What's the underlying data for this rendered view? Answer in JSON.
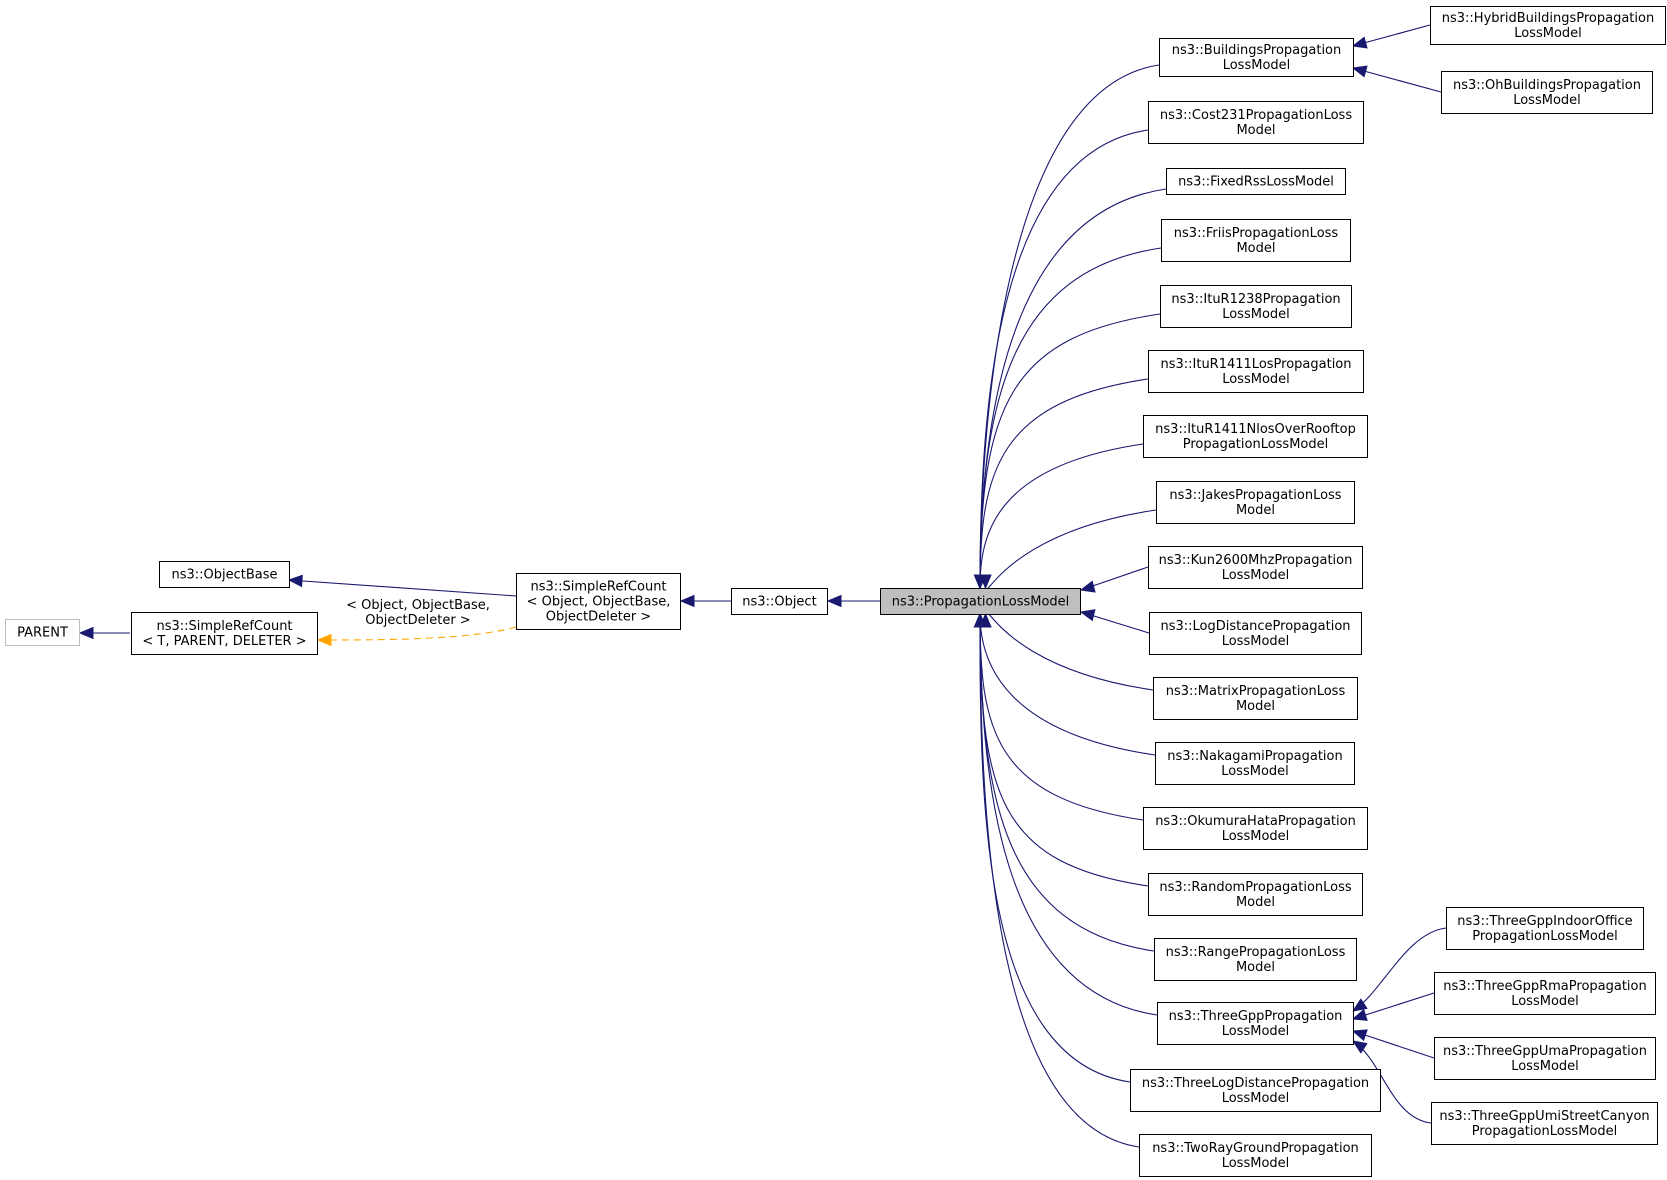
{
  "nodes": {
    "parent": [
      "PARENT"
    ],
    "simple_ref_count_template": [
      "ns3::SimpleRefCount",
      "< T, PARENT, DELETER >"
    ],
    "object_base": [
      "ns3::ObjectBase"
    ],
    "simple_ref_count": [
      "ns3::SimpleRefCount",
      "< Object, ObjectBase,",
      "ObjectDeleter >"
    ],
    "object": [
      "ns3::Object"
    ],
    "propagation_loss_model": [
      "ns3::PropagationLossModel"
    ],
    "buildings": [
      "ns3::BuildingsPropagation",
      "LossModel"
    ],
    "cost231": [
      "ns3::Cost231PropagationLoss",
      "Model"
    ],
    "fixed_rss": [
      "ns3::FixedRssLossModel"
    ],
    "friis": [
      "ns3::FriisPropagationLoss",
      "Model"
    ],
    "itur1238": [
      "ns3::ItuR1238Propagation",
      "LossModel"
    ],
    "itur1411_los": [
      "ns3::ItuR1411LosPropagation",
      "LossModel"
    ],
    "itur1411_nlos": [
      "ns3::ItuR1411NlosOverRooftop",
      "PropagationLossModel"
    ],
    "jakes": [
      "ns3::JakesPropagationLoss",
      "Model"
    ],
    "kun2600": [
      "ns3::Kun2600MhzPropagation",
      "LossModel"
    ],
    "log_distance": [
      "ns3::LogDistancePropagation",
      "LossModel"
    ],
    "matrix": [
      "ns3::MatrixPropagationLoss",
      "Model"
    ],
    "nakagami": [
      "ns3::NakagamiPropagation",
      "LossModel"
    ],
    "okumura_hata": [
      "ns3::OkumuraHataPropagation",
      "LossModel"
    ],
    "random": [
      "ns3::RandomPropagationLoss",
      "Model"
    ],
    "range": [
      "ns3::RangePropagationLoss",
      "Model"
    ],
    "three_gpp": [
      "ns3::ThreeGppPropagation",
      "LossModel"
    ],
    "three_log_distance": [
      "ns3::ThreeLogDistancePropagation",
      "LossModel"
    ],
    "two_ray_ground": [
      "ns3::TwoRayGroundPropagation",
      "LossModel"
    ],
    "hybrid_buildings": [
      "ns3::HybridBuildingsPropagation",
      "LossModel"
    ],
    "oh_buildings": [
      "ns3::OhBuildingsPropagation",
      "LossModel"
    ],
    "three_gpp_indoor_office": [
      "ns3::ThreeGppIndoorOffice",
      "PropagationLossModel"
    ],
    "three_gpp_rma": [
      "ns3::ThreeGppRmaPropagation",
      "LossModel"
    ],
    "three_gpp_uma": [
      "ns3::ThreeGppUmaPropagation",
      "LossModel"
    ],
    "three_gpp_umi_street_canyon": [
      "ns3::ThreeGppUmiStreetCanyon",
      "PropagationLossModel"
    ]
  },
  "edge_labels": {
    "template_instantiation": [
      "< Object, ObjectBase,",
      "ObjectDeleter >"
    ]
  },
  "colors": {
    "inheritance_edge": "#191970",
    "template_edge": "#ffa500",
    "current_node_fill": "#bfbfbf"
  }
}
